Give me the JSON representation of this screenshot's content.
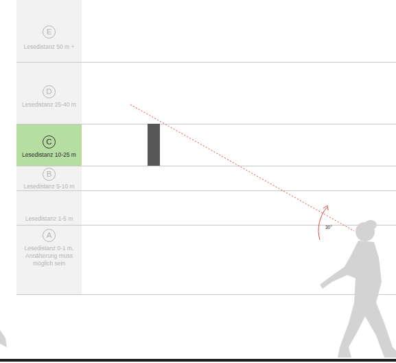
{
  "diagram": {
    "nodes": [
      {
        "text": [
          "Lesedistanz 50 m +"
        ]
      },
      {
        "text": [
          "E"
        ],
        "in": 0
      },
      {
        "text": [
          "Lesedistanz 25-40 m"
        ]
      },
      {
        "text": [
          "D"
        ],
        "in": 2
      },
      {
        "text": [
          "Lesedistanz 10-25 m"
        ]
      },
      {
        "text": [
          "C"
        ],
        "in": 4
      },
      {
        "text": [
          "Lesedistanz 5-10 m"
        ]
      },
      {
        "text": [
          "B"
        ],
        "in": 6
      },
      {
        "text": [
          "Lesedistanz 1-5 m"
        ]
      },
      {
        "text": [
          "Lesedistanz 0-1 m, Annäherung muss möglich sein"
        ]
      },
      {
        "text": [
          "A"
        ],
        "in": 9
      }
    ],
    "labels": [
      "30°"
    ]
  }
}
